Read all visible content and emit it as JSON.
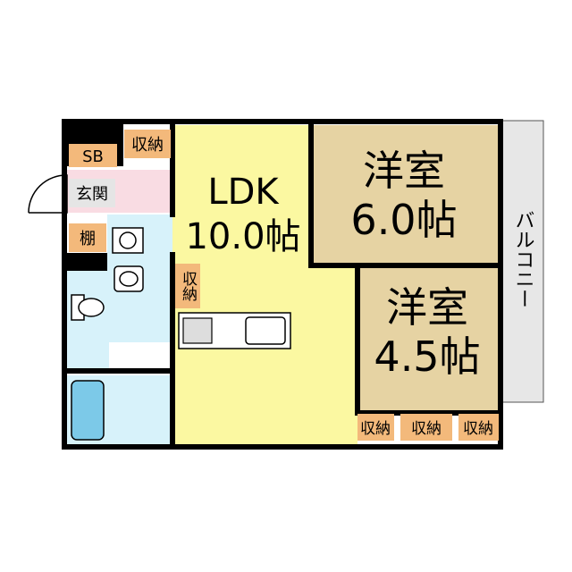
{
  "rooms": {
    "ldk": {
      "name": "LDK",
      "size": "10.0帖"
    },
    "western1": {
      "name": "洋室",
      "size": "6.0帖"
    },
    "western2": {
      "name": "洋室",
      "size": "4.5帖"
    },
    "balcony": {
      "name": "バルコニー"
    }
  },
  "tags": {
    "sb": "SB",
    "storage_entry": "収納",
    "entrance": "玄関",
    "shelf": "棚",
    "storage_mid": "収納",
    "storage_b1": "収納",
    "storage_b2": "収納",
    "storage_b3": "収納"
  },
  "colors": {
    "ldk_fill": "#FBF8A1",
    "western_fill": "#E6D3A3",
    "wet_fill": "#D7F2FA",
    "tag_fill": "#F3B97B",
    "entrance_fill": "#F9DCE3",
    "wall": "#000000",
    "balcony_fill": "#E7E7E7"
  }
}
